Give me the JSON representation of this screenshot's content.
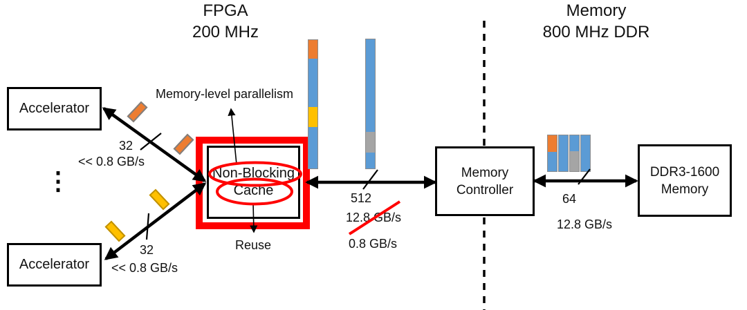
{
  "titles": {
    "fpga_line1": "FPGA",
    "fpga_line2": "200 MHz",
    "memory_line1": "Memory",
    "memory_line2": "800 MHz DDR"
  },
  "boxes": {
    "accelerator_top": "Accelerator",
    "accelerator_bottom": "Accelerator",
    "cache_line1": "Non-Blocking",
    "cache_line2": "Cache",
    "memory_controller_line1": "Memory",
    "memory_controller_line2": "Controller",
    "ddr_line1": "DDR3-1600",
    "ddr_line2": "Memory"
  },
  "annotations": {
    "mlp": "Memory-level parallelism",
    "reuse": "Reuse",
    "upper_bus_width": "32",
    "upper_bandwidth": "<< 0.8 GB/s",
    "lower_bus_width": "32",
    "lower_bandwidth": "<< 0.8 GB/s",
    "cache_bus_width": "512",
    "cache_bandwidth_struck": "12.8 GB/s",
    "cache_bandwidth_effective": "0.8 GB/s",
    "ddr_bus_width": "64",
    "ddr_bandwidth": "12.8 GB/s",
    "ellipsis": "⋮"
  },
  "colors": {
    "orange": "#ED7D31",
    "blue": "#5B9BD5",
    "gold": "#FFC000",
    "gray": "#A5A5A5",
    "red": "#FF0000",
    "black": "#000000"
  },
  "bars": {
    "tall_left": {
      "segments": [
        [
          "orange",
          27
        ],
        [
          "blue",
          70
        ],
        [
          "gold",
          29
        ],
        [
          "blue",
          60
        ]
      ]
    },
    "tall_right": {
      "segments": [
        [
          "blue",
          134
        ],
        [
          "gray",
          30
        ],
        [
          "blue",
          23
        ]
      ]
    },
    "small_1": {
      "segments": [
        [
          "orange",
          24
        ],
        [
          "blue",
          28
        ]
      ]
    },
    "small_2": {
      "segments": [
        [
          "blue",
          52
        ]
      ]
    },
    "small_3": {
      "segments": [
        [
          "blue",
          23
        ],
        [
          "gray",
          29
        ]
      ]
    },
    "small_4": {
      "segments": [
        [
          "blue",
          52
        ]
      ]
    }
  }
}
